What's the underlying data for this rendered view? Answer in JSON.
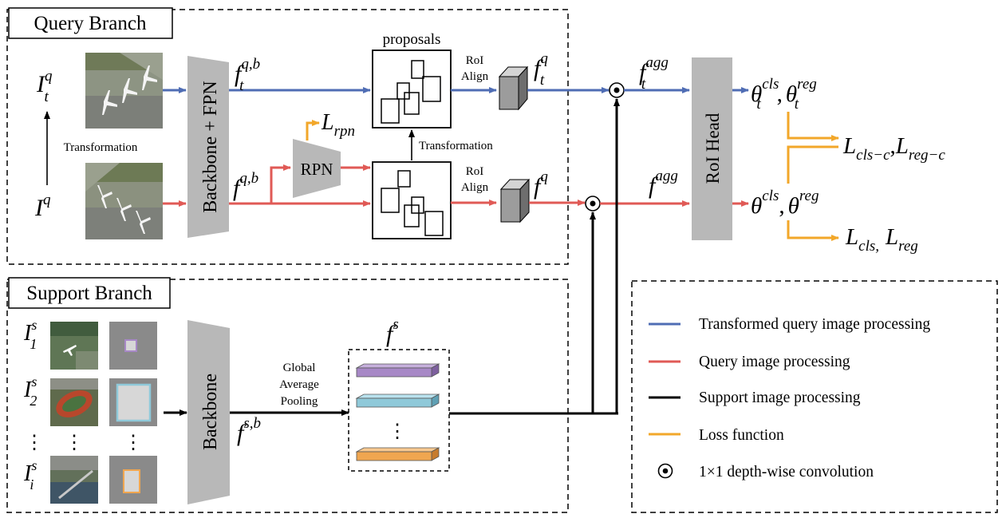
{
  "query_branch": {
    "title": "Query Branch",
    "input_query": "I",
    "input_query_sup": "q",
    "input_transformed": "I",
    "input_transformed_sup": "q",
    "input_transformed_sub": "t",
    "transformation_label": "Transformation",
    "backbone_label": "Backbone + FPN",
    "feat_transformed": "f",
    "feat_transformed_sup": "q,b",
    "feat_transformed_sub": "t",
    "feat_query": "f",
    "feat_query_sup": "q,b",
    "rpn_label": "RPN",
    "rpn_loss": "L",
    "rpn_loss_sub": "rpn",
    "proposals_label": "proposals",
    "proposal_transform_label": "Transformation",
    "roi_align_top_1": "RoI",
    "roi_align_top_2": "Align",
    "roi_align_bottom_1": "RoI",
    "roi_align_bottom_2": "Align",
    "roi_feat_transformed": "f",
    "roi_feat_transformed_sup": "q",
    "roi_feat_transformed_sub": "t",
    "roi_feat_query": "f",
    "roi_feat_query_sup": "q"
  },
  "head": {
    "agg_transformed": "f",
    "agg_transformed_sup": "agg",
    "agg_transformed_sub": "t",
    "agg_query": "f",
    "agg_query_sup": "agg",
    "roi_head_label": "RoI Head",
    "out_transformed_cls": "θ",
    "out_transformed_cls_sup": "cls",
    "out_transformed_cls_sub": "t",
    "out_transformed_reg": "θ",
    "out_transformed_reg_sup": "reg",
    "out_transformed_reg_sub": "t",
    "out_query_cls": "θ",
    "out_query_cls_sup": "cls",
    "out_query_reg": "θ",
    "out_query_reg_sup": "reg",
    "comma": ",",
    "loss_consistency_1": "L",
    "loss_consistency_1_sub": "cls−c",
    "loss_consistency_sep": ",",
    "loss_consistency_2": "L",
    "loss_consistency_2_sub": "reg−c",
    "loss_detection_1": "L",
    "loss_detection_1_sub": "cls,",
    "loss_detection_2": "L",
    "loss_detection_2_sub": "reg"
  },
  "support_branch": {
    "title": "Support Branch",
    "inputs": [
      {
        "symbol": "I",
        "sup": "s",
        "sub": "1"
      },
      {
        "symbol": "I",
        "sup": "s",
        "sub": "2"
      },
      {
        "symbol": "I",
        "sup": "s",
        "sub": "i"
      }
    ],
    "ellipsis": "⋮",
    "backbone_label": "Backbone",
    "gap_1": "Global",
    "gap_2": "Average",
    "gap_3": "Pooling",
    "feat_backbone": "f",
    "feat_backbone_sup": "s,b",
    "feat_pooled": "f",
    "feat_pooled_sup": "s"
  },
  "legend": {
    "items": [
      {
        "label": "Transformed query image processing",
        "color": "#4f6db4"
      },
      {
        "label": "Query image processing",
        "color": "#e05a56"
      },
      {
        "label": "Support image processing",
        "color": "#000000"
      },
      {
        "label": "Loss function",
        "color": "#f2a72a"
      }
    ],
    "conv_label": "1×1 depth-wise convolution"
  },
  "colors": {
    "blue": "#4f6db4",
    "red": "#e05a56",
    "orange": "#f2a72a",
    "gray": "#b8b8b8",
    "purple": "#a788c6",
    "cyan": "#8fc9d9",
    "amber": "#f0a650"
  }
}
